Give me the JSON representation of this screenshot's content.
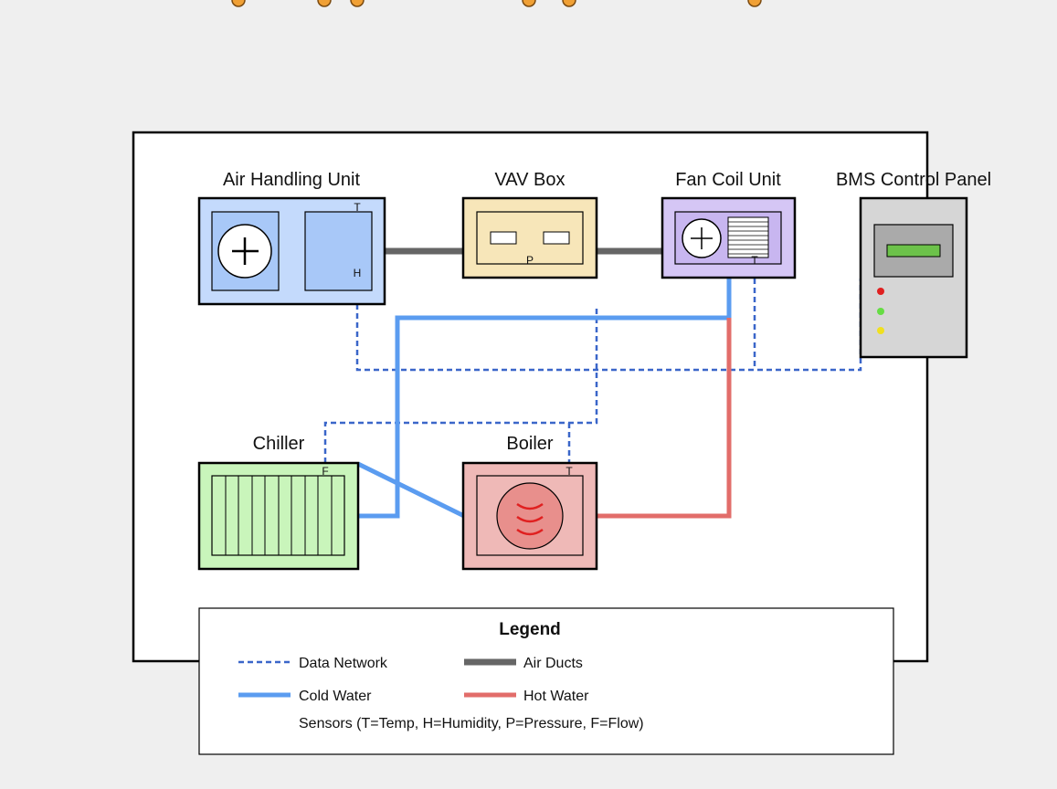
{
  "components": {
    "ahu": {
      "label": "Air Handling Unit",
      "sensor_temp": "T",
      "sensor_humidity": "H"
    },
    "vav": {
      "label": "VAV Box",
      "sensor_pressure": "P"
    },
    "fcu": {
      "label": "Fan Coil Unit",
      "sensor_temp": "T"
    },
    "bms": {
      "label": "BMS Control Panel"
    },
    "chiller": {
      "label": "Chiller",
      "sensor_flow": "F"
    },
    "boiler": {
      "label": "Boiler",
      "sensor_temp": "T"
    }
  },
  "legend": {
    "title": "Legend",
    "data_network": "Data Network",
    "air_ducts": "Air Ducts",
    "cold_water": "Cold Water",
    "hot_water": "Hot Water",
    "sensors_note": "Sensors (T=Temp, H=Humidity, P=Pressure, F=Flow)"
  },
  "colors": {
    "data_network": "#3a66c9",
    "air_ducts": "#666666",
    "cold_water": "#5b9cf0",
    "hot_water": "#e26d6a",
    "ahu_fill": "#c4dafc",
    "vav_fill": "#f7e6b9",
    "fcu_fill": "#d5c6f5",
    "bms_fill": "#d6d6d6",
    "chiller_fill": "#c9f5bb",
    "boiler_fill": "#efb9b7",
    "orange_dot": "#f0a035"
  },
  "indicator_lights": [
    "red",
    "green",
    "yellow"
  ]
}
